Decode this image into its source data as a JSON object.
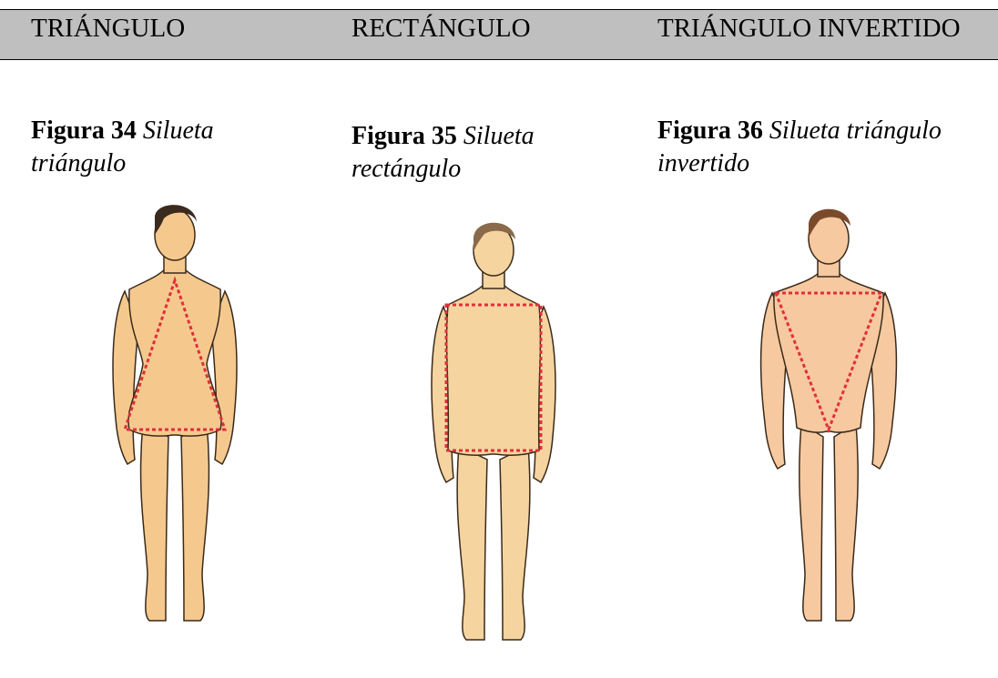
{
  "headers": [
    "TRIÁNGULO",
    "RECTÁNGULO",
    "TRIÁNGULO INVERTIDO"
  ],
  "figures": [
    {
      "number": "Figura 34",
      "caption_line1": "Silueta",
      "caption_line2": "triángulo",
      "shape": "triangle",
      "outline_color": "#e0303a"
    },
    {
      "number": "Figura 35",
      "caption_line1": "Silueta",
      "caption_line2": "rectángulo",
      "shape": "rectangle",
      "outline_color": "#e0303a"
    },
    {
      "number": "Figura 36",
      "caption_line1": "Silueta triángulo",
      "caption_line2": "invertido",
      "shape": "inverted-triangle",
      "outline_color": "#e0303a"
    }
  ]
}
